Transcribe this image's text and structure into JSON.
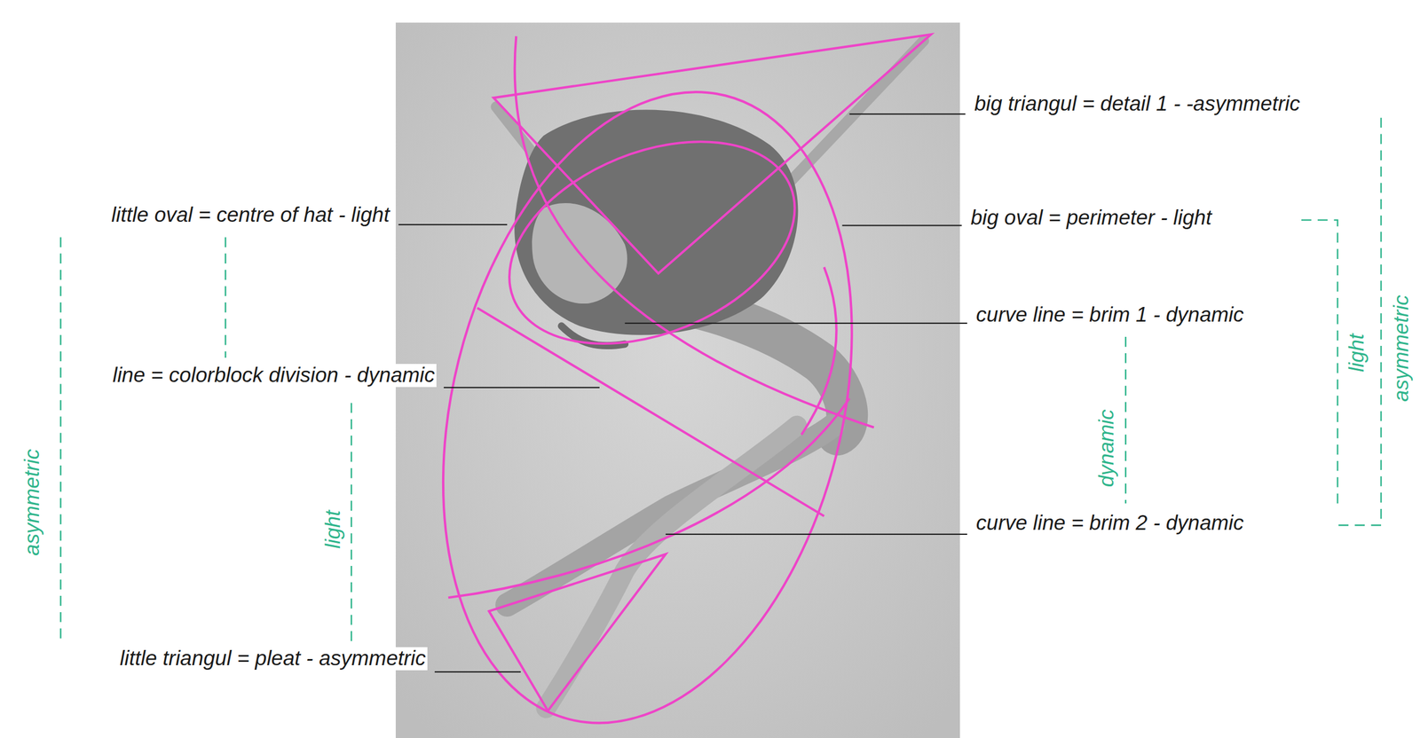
{
  "diagram": {
    "labels": [
      "big triangul = detail 1 - -asymmetric",
      "big oval = perimeter - light",
      "little oval = centre of hat - light",
      "curve line = brim 1 - dynamic",
      "line = colorblock division - dynamic",
      "dynamic",
      "light",
      "asymmetric",
      "asymmetric",
      "light",
      "curve line = brim 2 - dynamic",
      "little triangul = pleat - asymmetric"
    ]
  }
}
